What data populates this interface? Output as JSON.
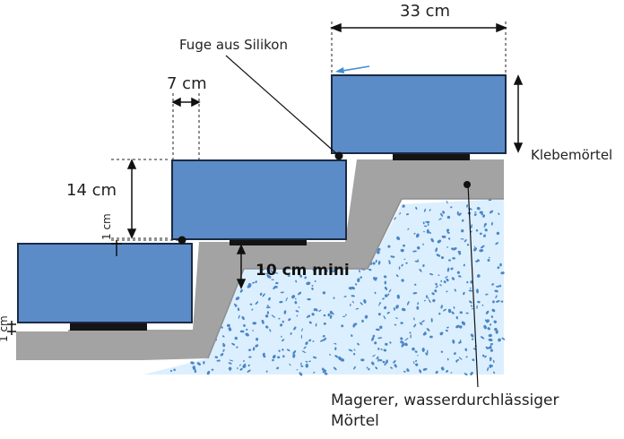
{
  "labels": {
    "width_top": "33 cm",
    "joint": "Fuge aus Silikon",
    "overhang": "7 cm",
    "riser_height": "14 cm",
    "gap_small": "1 cm",
    "gap_bottom": "1 cm",
    "adhesive": "Klebemörtel",
    "min_thickness": "10 cm mini",
    "mortar_line1": "Magerer, wasserdurchlässiger",
    "mortar_line2": "Mörtel"
  },
  "colors": {
    "stone": "#5b8cc8",
    "stone_edge": "#1b2a44",
    "base": "#a3a3a3",
    "base_edge": "#8b8b8b",
    "mortar_bg": "#dcefff",
    "mortar_dots": "#4a86c5",
    "adhesive": "#141414",
    "arrow": "#3d8ed6",
    "line": "#111111"
  }
}
